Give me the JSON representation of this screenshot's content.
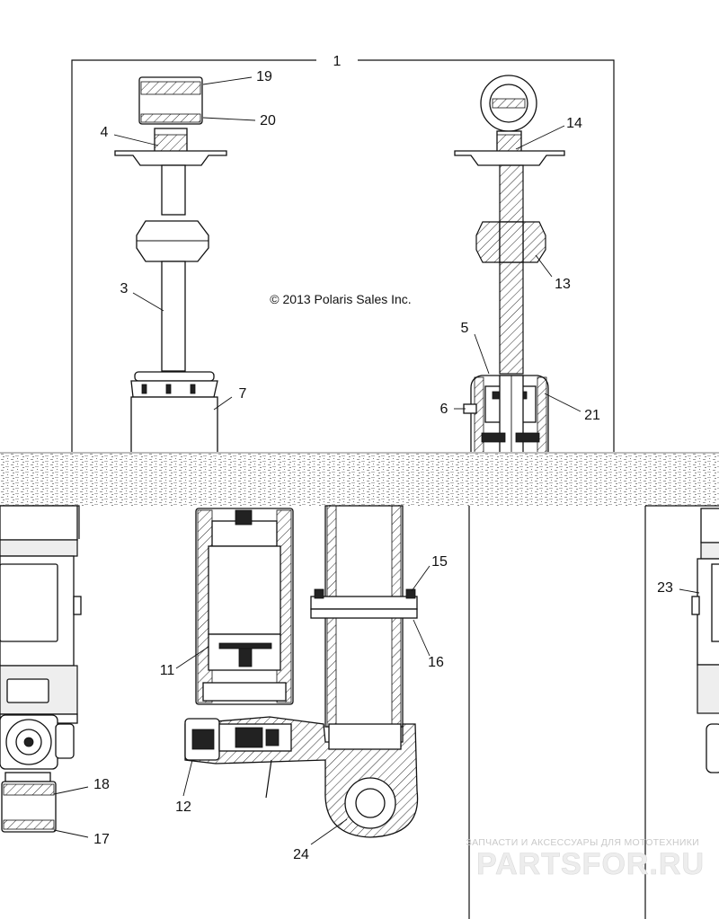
{
  "copyright": "© 2013 Polaris Sales Inc.",
  "callouts": [
    "1",
    "19",
    "20",
    "4",
    "14",
    "13",
    "3",
    "5",
    "6",
    "21",
    "7",
    "15",
    "16",
    "23",
    "11",
    "12",
    "18",
    "17",
    "24"
  ],
  "watermark": {
    "line1": "ЗАПЧАСТИ И АКСЕССУАРЫ ДЛЯ МОТОТЕХНИКИ",
    "line2": "PARTSFOR.RU"
  }
}
